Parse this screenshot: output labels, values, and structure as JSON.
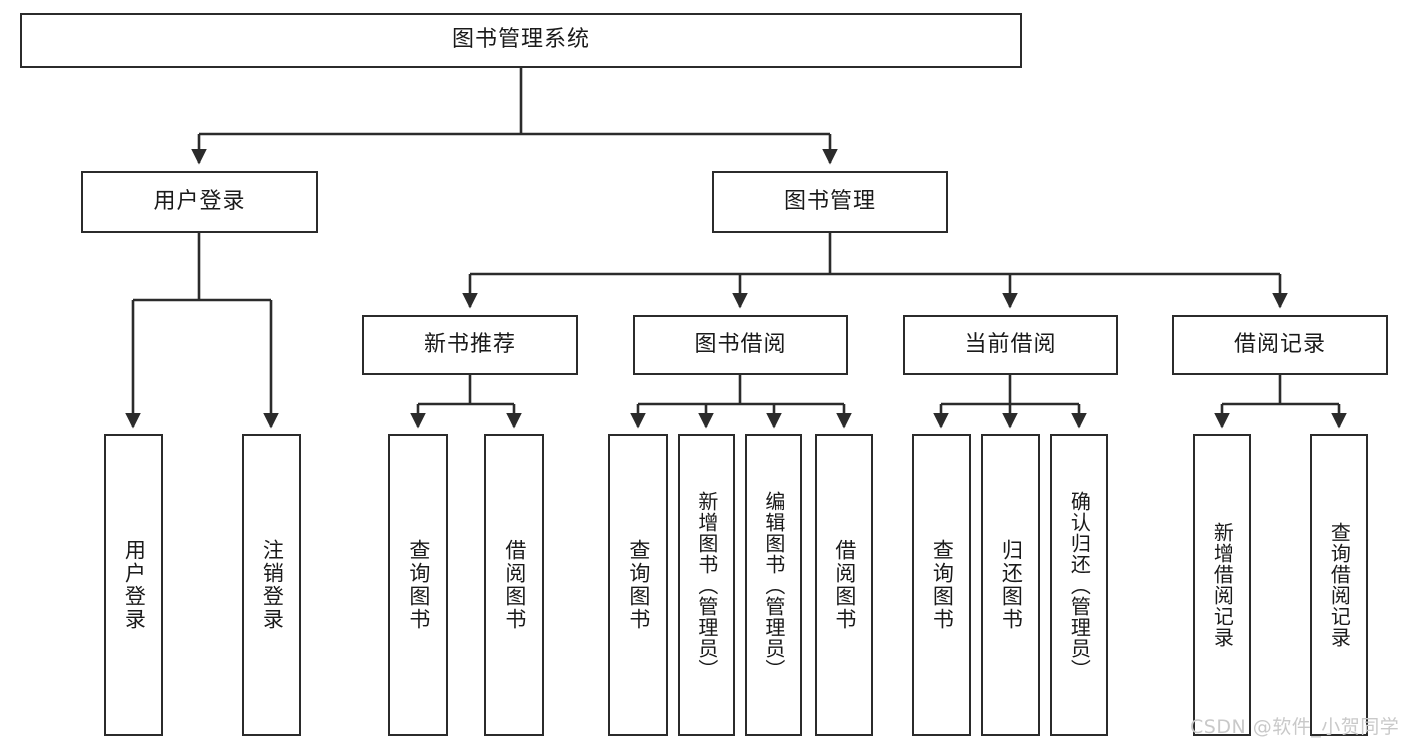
{
  "diagram": {
    "title": "图书管理系统",
    "type": "hierarchy-tree",
    "orientation": "top-down",
    "colors": {
      "node_border": "#2b2b2b",
      "node_fill": "#ffffff",
      "edge": "#2b2b2b",
      "text": "#1a1a1a",
      "watermark": "#c9c9c9",
      "background": "#ffffff"
    },
    "levels": {
      "level0": [
        {
          "id": "root",
          "label": "图书管理系统"
        }
      ],
      "level1": [
        {
          "id": "user-login",
          "label": "用户登录"
        },
        {
          "id": "book-manage",
          "label": "图书管理"
        }
      ],
      "level2": [
        {
          "id": "new-book-recommend",
          "label": "新书推荐"
        },
        {
          "id": "book-borrow",
          "label": "图书借阅"
        },
        {
          "id": "current-borrow",
          "label": "当前借阅"
        },
        {
          "id": "borrow-record",
          "label": "借阅记录"
        }
      ],
      "level3": [
        {
          "id": "leaf-user-login",
          "label": "用户登录",
          "parent": "user-login"
        },
        {
          "id": "leaf-user-logout",
          "label": "注销登录",
          "parent": "user-login"
        },
        {
          "id": "leaf-query-book-1",
          "label": "查询图书",
          "parent": "new-book-recommend"
        },
        {
          "id": "leaf-borrow-book-1",
          "label": "借阅图书",
          "parent": "new-book-recommend"
        },
        {
          "id": "leaf-query-book-2",
          "label": "查询图书",
          "parent": "book-borrow"
        },
        {
          "id": "leaf-add-book",
          "label": "新增图书（管理员）",
          "parent": "book-borrow"
        },
        {
          "id": "leaf-edit-book",
          "label": "编辑图书（管理员）",
          "parent": "book-borrow"
        },
        {
          "id": "leaf-borrow-book-2",
          "label": "借阅图书",
          "parent": "book-borrow"
        },
        {
          "id": "leaf-query-book-3",
          "label": "查询图书",
          "parent": "current-borrow"
        },
        {
          "id": "leaf-return-book",
          "label": "归还图书",
          "parent": "current-borrow"
        },
        {
          "id": "leaf-confirm-return",
          "label": "确认归还（管理员）",
          "parent": "current-borrow"
        },
        {
          "id": "leaf-add-record",
          "label": "新增借阅记录",
          "parent": "borrow-record"
        },
        {
          "id": "leaf-query-record",
          "label": "查询借阅记录",
          "parent": "borrow-record"
        }
      ]
    }
  },
  "watermark": {
    "text": "CSDN @软件_小贺同学"
  }
}
